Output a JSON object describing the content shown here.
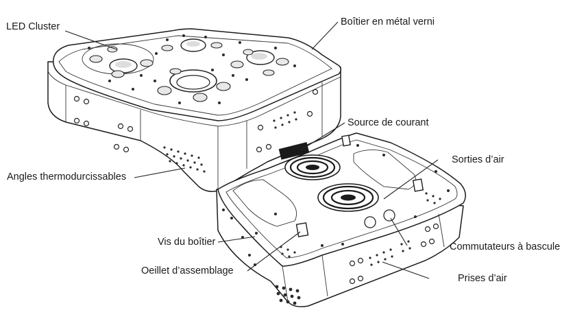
{
  "labels": {
    "led_cluster": "LED Cluster",
    "boitier": "Boîtier en métal verni",
    "source_courant": "Source de courant",
    "sorties_air": "Sorties d’air",
    "angles": "Angles thermodurcissables",
    "vis_boitier": "Vis du boîtier",
    "commutateurs": "Commutateurs à bascule",
    "oeillet": "Oeillet d’assemblage",
    "prises_air": "Prises d’air"
  }
}
